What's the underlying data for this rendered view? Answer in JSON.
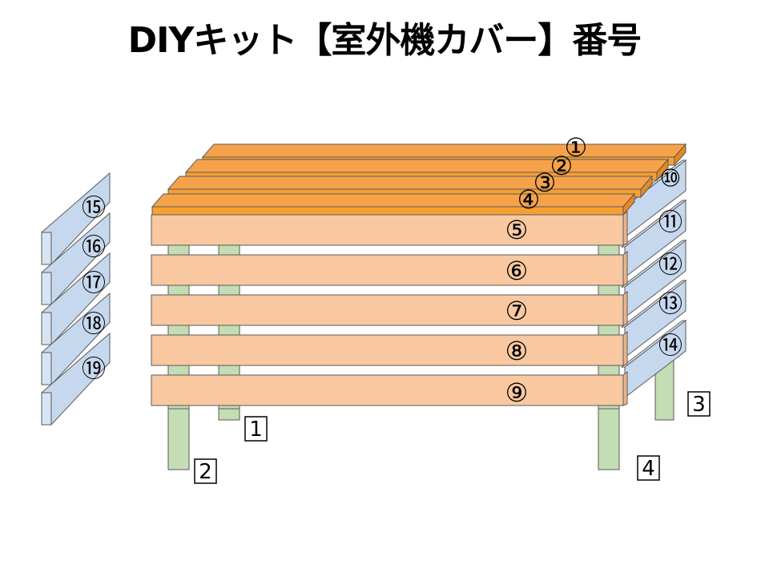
{
  "title": "DIYキット【室外機カバー】番号",
  "colors": {
    "top_board_face": "#F6A033",
    "top_board_top": "#F5A24A",
    "front_board": "#F9C8A0",
    "side_board": "#C6D8EE",
    "leg": "#C3DDB4",
    "outline": "#5a5a5a"
  },
  "top_board_labels": [
    "①",
    "②",
    "③",
    "④"
  ],
  "front_board_labels": [
    "⑤",
    "⑥",
    "⑦",
    "⑧",
    "⑨"
  ],
  "right_side_labels": [
    "⑩",
    "⑪",
    "⑫",
    "⑬",
    "⑭"
  ],
  "left_side_labels": [
    "⑮",
    "⑯",
    "⑰",
    "⑱",
    "⑲"
  ],
  "leg_labels": [
    "1",
    "2",
    "3",
    "4"
  ]
}
